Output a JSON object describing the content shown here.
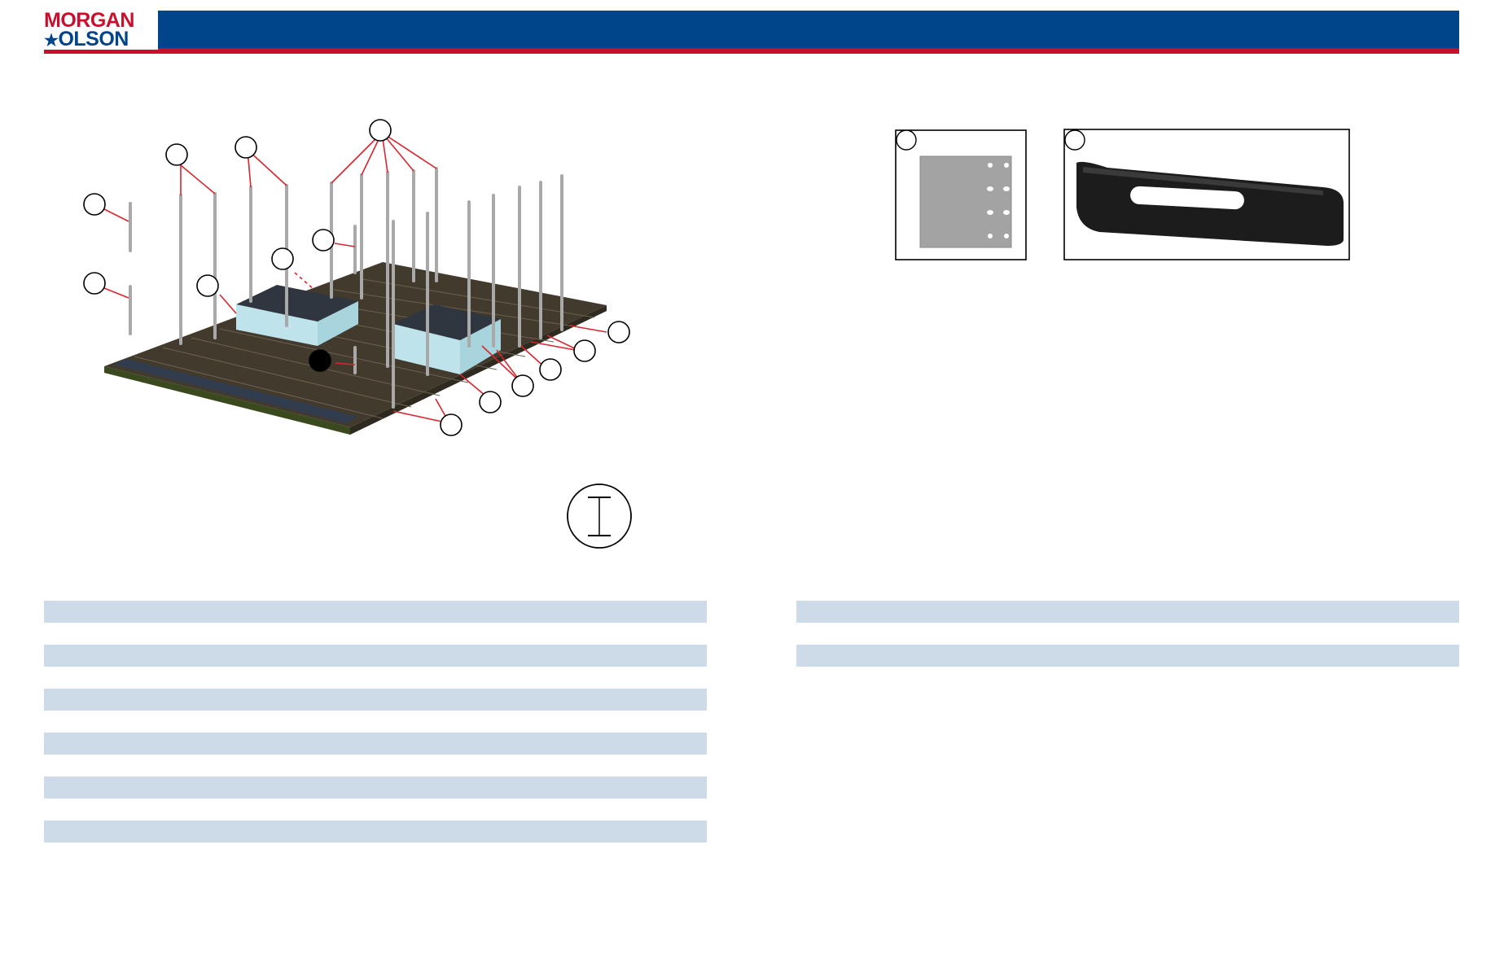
{
  "header": {
    "logo_line1": "MORGAN",
    "logo_line2": "OLSON",
    "brand_blue": "#00448a",
    "brand_red": "#c8102e"
  },
  "left_table": {
    "rows": [
      "",
      "",
      "",
      "",
      "",
      ""
    ],
    "row_color": "#ccdbe7"
  },
  "right_table": {
    "rows": [
      "",
      ""
    ],
    "row_color": "#ccdbe7"
  },
  "icons": [
    "callout-circle",
    "i-beam-symbol"
  ]
}
